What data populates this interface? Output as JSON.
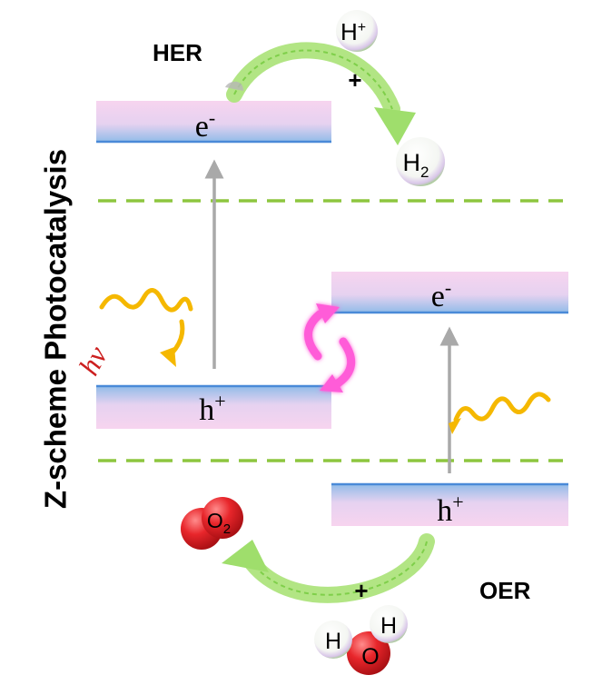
{
  "side_title": "Z-scheme Photocatalysis",
  "her_label": "HER",
  "oer_label": "OER",
  "light_label": "hv",
  "top_left_band": {
    "label": "e",
    "superscript": "-"
  },
  "bottom_left_band": {
    "label": "h",
    "superscript": "+"
  },
  "top_right_band": {
    "label": "e",
    "superscript": "-"
  },
  "bottom_right_band": {
    "label": "h",
    "superscript": "+"
  },
  "her_reactant": {
    "label": "H",
    "superscript": "+"
  },
  "her_plus": "+",
  "her_product": {
    "label": "H",
    "subscript": "2"
  },
  "oer_product": {
    "label": "O",
    "subscript": "2"
  },
  "oer_plus": "+",
  "water": {
    "h1": "H",
    "h2": "H",
    "o": "O"
  },
  "colors": {
    "band_pink": "#f5d3ee",
    "band_blue": "#8fb9e6",
    "band_edge": "#4a8ad8",
    "dashed_line": "#8dc63f",
    "arrow_gray": "#a9a9a9",
    "wave_yellow": "#f5b800",
    "recomb_magenta": "#ff5bd8",
    "her_arrow_green": "#8fe05c",
    "oxygen_red": "#e8262b",
    "hv_red": "#cc1f1f"
  }
}
